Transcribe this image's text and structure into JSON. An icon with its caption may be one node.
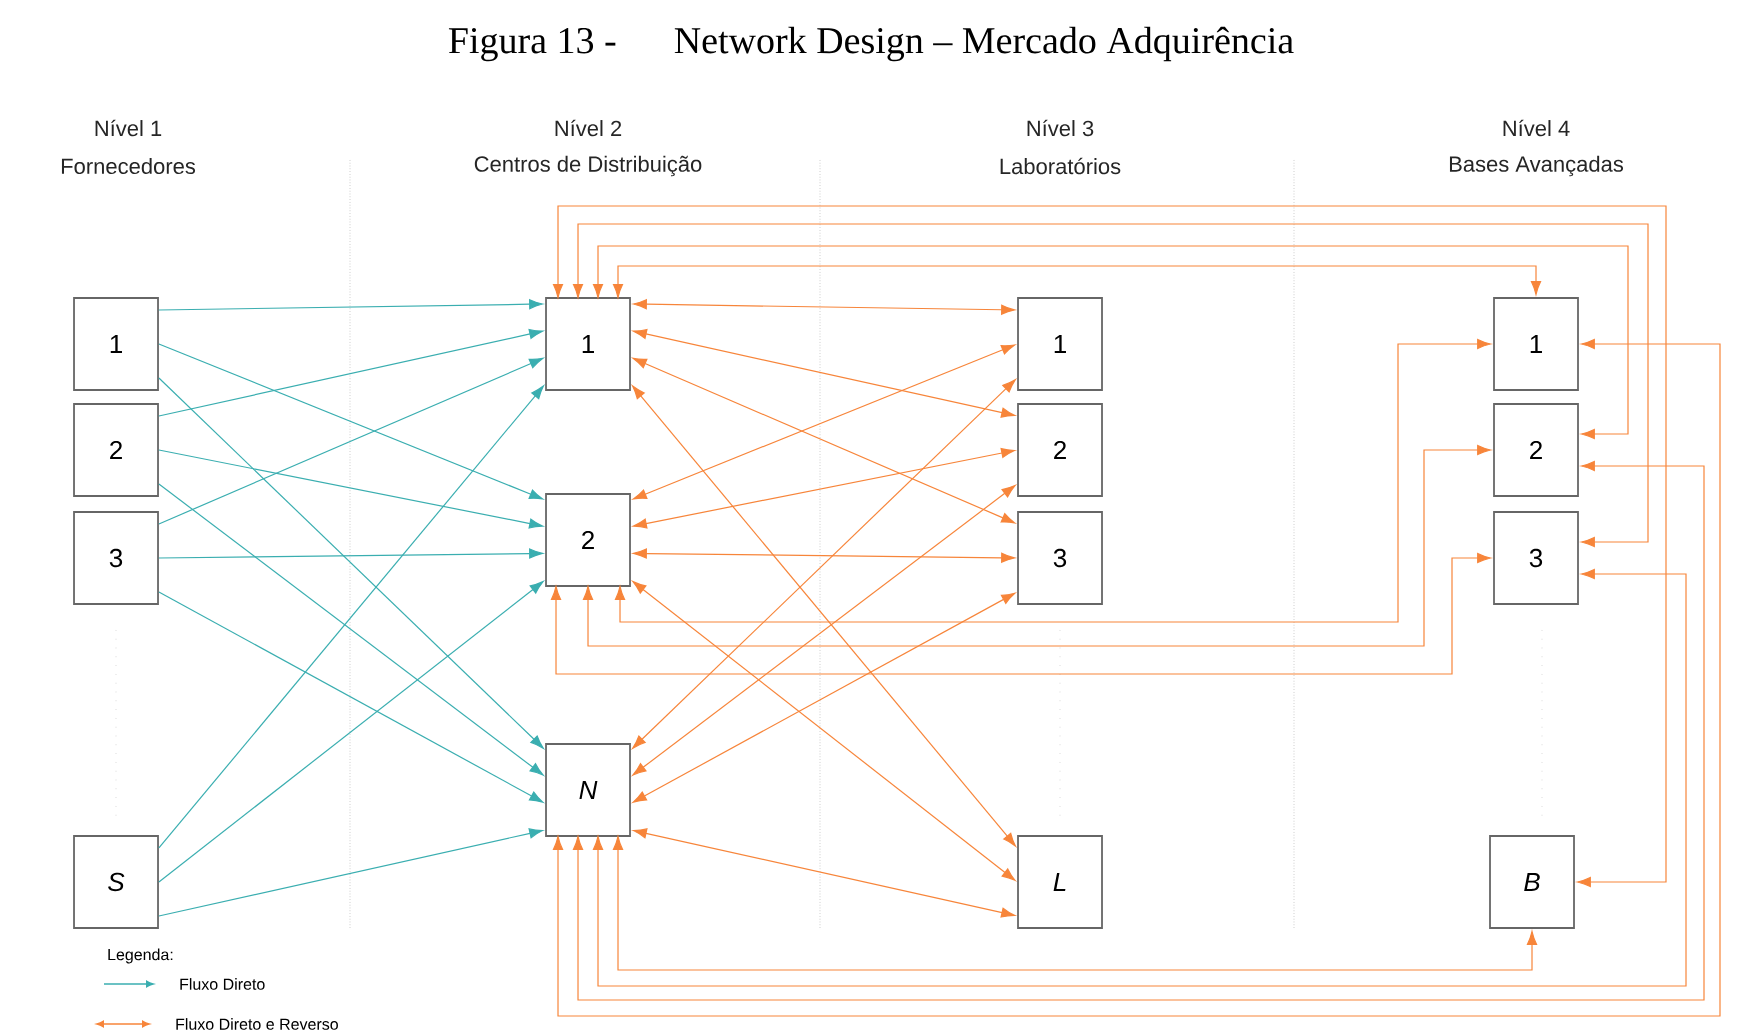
{
  "diagram": {
    "title": "Figura 13 -      Network Design – Mercado Adquirência",
    "nodes": [
      {
        "text": [
          "1"
        ]
      },
      {
        "text": [
          "2"
        ]
      },
      {
        "text": [
          "3"
        ]
      },
      {
        "text": [
          "S"
        ]
      },
      {
        "text": [
          "1"
        ]
      },
      {
        "text": [
          "2"
        ]
      },
      {
        "text": [
          "N"
        ]
      },
      {
        "text": [
          "1"
        ]
      },
      {
        "text": [
          "2"
        ]
      },
      {
        "text": [
          "3"
        ]
      },
      {
        "text": [
          "L"
        ]
      },
      {
        "text": [
          "1"
        ]
      },
      {
        "text": [
          "2"
        ]
      },
      {
        "text": [
          "3"
        ]
      },
      {
        "text": [
          "B"
        ]
      }
    ],
    "edges": [
      {
        "from": 0,
        "to": 4,
        "arrow": "to",
        "color": "#3aaeb0"
      },
      {
        "from": 0,
        "to": 5,
        "arrow": "to",
        "color": "#3aaeb0"
      },
      {
        "from": 0,
        "to": 6,
        "arrow": "to",
        "color": "#3aaeb0"
      },
      {
        "from": 1,
        "to": 4,
        "arrow": "to",
        "color": "#3aaeb0"
      },
      {
        "from": 1,
        "to": 5,
        "arrow": "to",
        "color": "#3aaeb0"
      },
      {
        "from": 1,
        "to": 6,
        "arrow": "to",
        "color": "#3aaeb0"
      },
      {
        "from": 2,
        "to": 4,
        "arrow": "to",
        "color": "#3aaeb0"
      },
      {
        "from": 2,
        "to": 5,
        "arrow": "to",
        "color": "#3aaeb0"
      },
      {
        "from": 2,
        "to": 6,
        "arrow": "to",
        "color": "#3aaeb0"
      },
      {
        "from": 3,
        "to": 4,
        "arrow": "to",
        "color": "#3aaeb0"
      },
      {
        "from": 3,
        "to": 5,
        "arrow": "to",
        "color": "#3aaeb0"
      },
      {
        "from": 3,
        "to": 6,
        "arrow": "to",
        "color": "#3aaeb0"
      },
      {
        "from": 4,
        "to": 7,
        "arrow": "both"
      },
      {
        "from": 4,
        "to": 8,
        "arrow": "both"
      },
      {
        "from": 4,
        "to": 9,
        "arrow": "both"
      },
      {
        "from": 4,
        "to": 10,
        "arrow": "both"
      },
      {
        "from": 5,
        "to": 7,
        "arrow": "both"
      },
      {
        "from": 5,
        "to": 8,
        "arrow": "both"
      },
      {
        "from": 5,
        "to": 9,
        "arrow": "both"
      },
      {
        "from": 5,
        "to": 10,
        "arrow": "both"
      },
      {
        "from": 6,
        "to": 7,
        "arrow": "both"
      },
      {
        "from": 6,
        "to": 8,
        "arrow": "both"
      },
      {
        "from": 6,
        "to": 9,
        "arrow": "both"
      },
      {
        "from": 6,
        "to": 10,
        "arrow": "both"
      },
      {
        "from": 4,
        "to": 11,
        "arrow": "both"
      },
      {
        "from": 4,
        "to": 12,
        "arrow": "both"
      },
      {
        "from": 4,
        "to": 13,
        "arrow": "both"
      },
      {
        "from": 4,
        "to": 14,
        "arrow": "both"
      },
      {
        "from": 5,
        "to": 11,
        "arrow": "both"
      },
      {
        "from": 5,
        "to": 12,
        "arrow": "both"
      },
      {
        "from": 5,
        "to": 13,
        "arrow": "both"
      },
      {
        "from": 6,
        "to": 14,
        "arrow": "both"
      },
      {
        "from": 6,
        "to": 13,
        "arrow": "both"
      },
      {
        "from": 6,
        "to": 12,
        "arrow": "both"
      },
      {
        "from": 6,
        "to": 11,
        "arrow": "both"
      }
    ],
    "labels": [
      "Nível 1",
      "Nível 2",
      "Nível 3",
      "Nível 4",
      "Fornecedores",
      "Centros de Distribuição",
      "Laboratórios",
      "Bases Avançadas",
      "Legenda:"
    ],
    "legend": [
      {
        "text": "Fluxo Direto"
      },
      {
        "text": "Fluxo Direto e Reverso"
      }
    ]
  }
}
